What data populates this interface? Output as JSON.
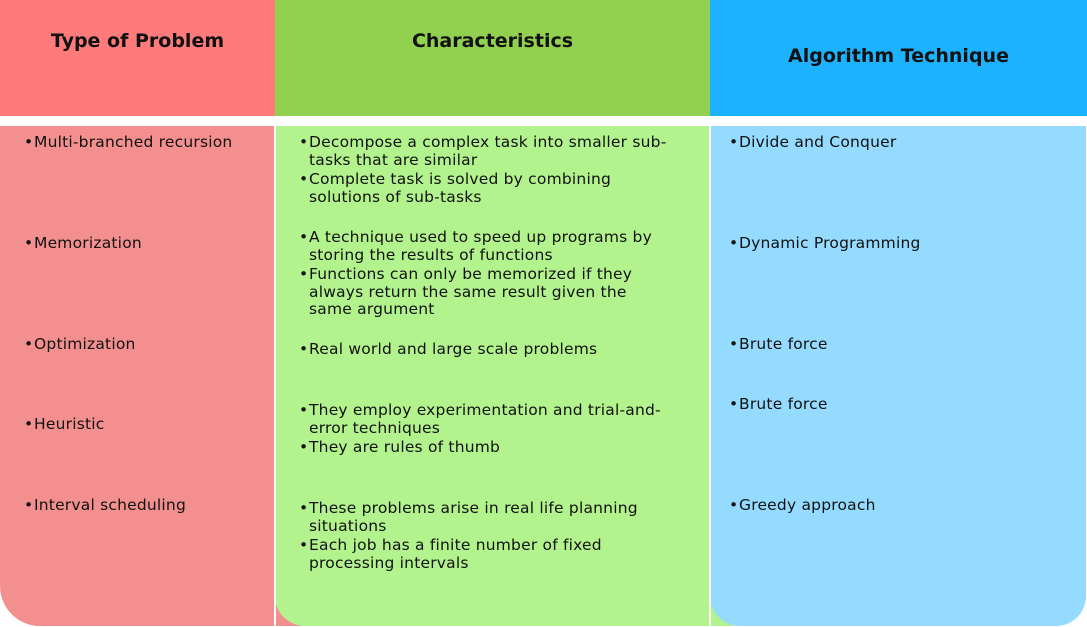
{
  "headers": {
    "problem": "Type of Problem",
    "characteristics": "Characteristics",
    "technique": "Algorithm Technique"
  },
  "colors": {
    "problem_header": "#ff7b7b",
    "characteristics_header": "#92d150",
    "technique_header": "#1cb2ff",
    "problem_panel": "#f38f8f",
    "characteristics_panel": "#b3f38e",
    "technique_panel": "#95dbff"
  },
  "rows": [
    {
      "problem": "Multi-branched recursion",
      "characteristics": [
        "Decompose a complex task into smaller sub-tasks that are similar",
        "Complete task is solved by combining solutions of sub-tasks"
      ],
      "technique": "Divide and Conquer"
    },
    {
      "problem": "Memorization",
      "characteristics": [
        "A technique used to speed up programs by storing the results of functions",
        "Functions can only be memorized if they always return the same result given the same argument"
      ],
      "technique": "Dynamic Programming"
    },
    {
      "problem": "Optimization",
      "characteristics": [
        "Real world and large scale problems"
      ],
      "technique": "Brute force"
    },
    {
      "problem": "Heuristic",
      "characteristics": [
        "They employ experimentation and trial-and-error techniques",
        "They are rules of thumb"
      ],
      "technique": "Brute force"
    },
    {
      "problem": "Interval scheduling",
      "characteristics": [
        "These problems arise in real life planning situations",
        "Each job has a finite number of fixed processing intervals"
      ],
      "technique": "Greedy approach"
    }
  ]
}
